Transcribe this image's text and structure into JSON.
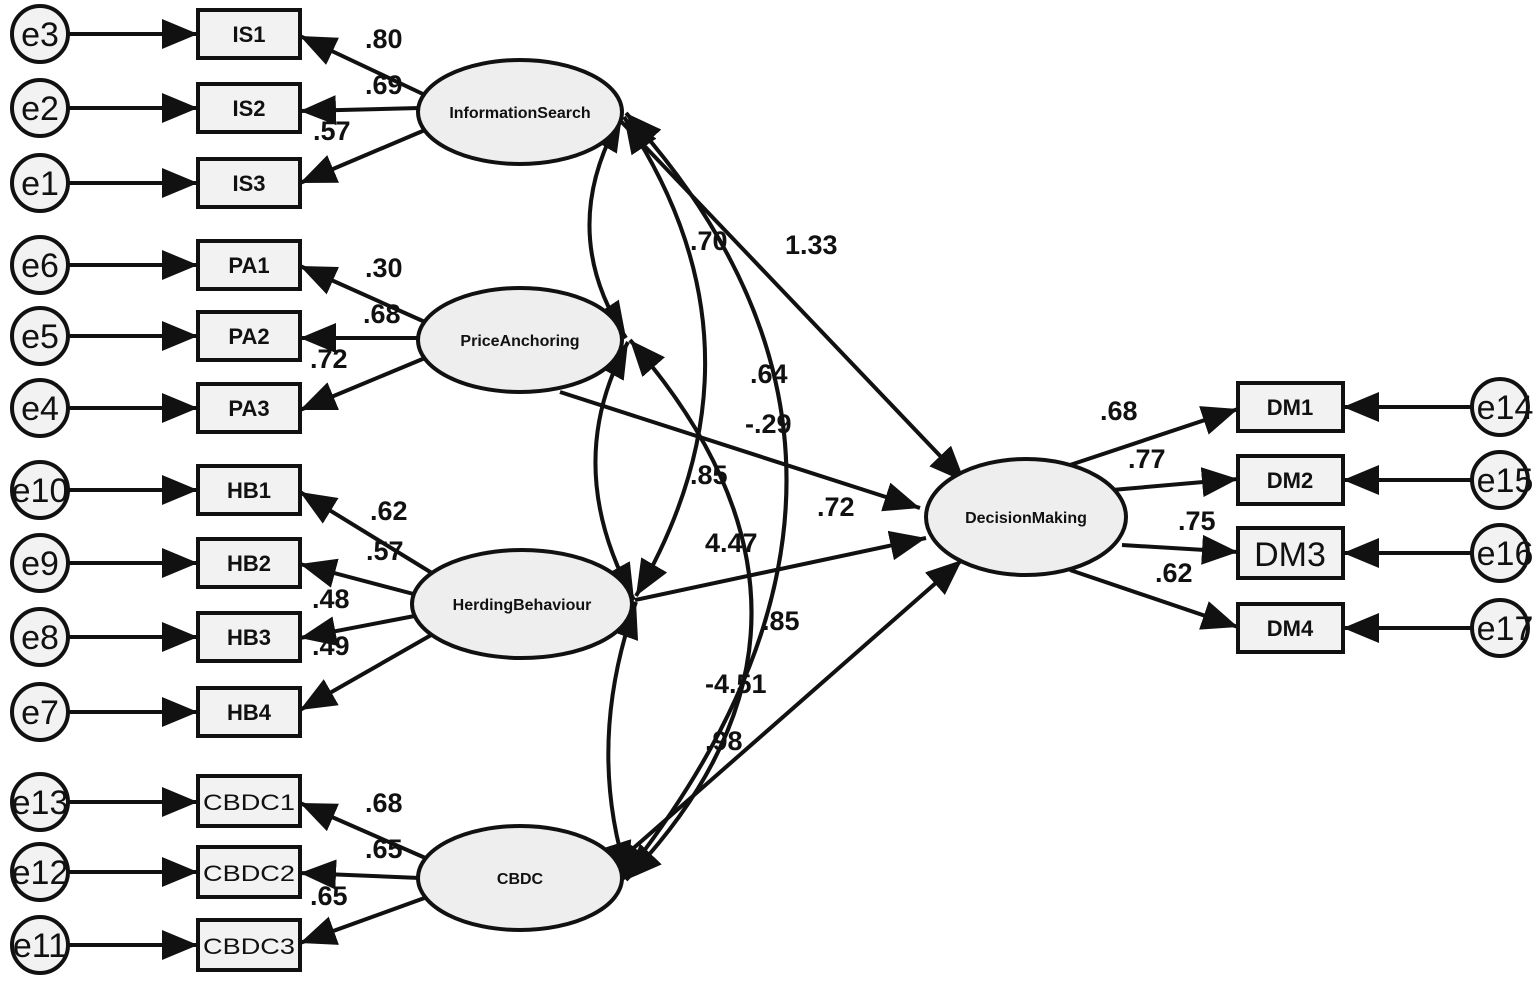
{
  "errors": {
    "e3": "e3",
    "e2": "e2",
    "e1": "e1",
    "e6": "e6",
    "e5": "e5",
    "e4": "e4",
    "e10": "e10",
    "e9": "e9",
    "e8": "e8",
    "e7": "e7",
    "e13": "e13",
    "e12": "e12",
    "e11": "e11",
    "e14": "e14",
    "e15": "e15",
    "e16": "e16",
    "e17": "e17"
  },
  "indicators": {
    "IS1": "IS1",
    "IS2": "IS2",
    "IS3": "IS3",
    "PA1": "PA1",
    "PA2": "PA2",
    "PA3": "PA3",
    "HB1": "HB1",
    "HB2": "HB2",
    "HB3": "HB3",
    "HB4": "HB4",
    "CBDC1": "CBDC1",
    "CBDC2": "CBDC2",
    "CBDC3": "CBDC3",
    "DM1": "DM1",
    "DM2": "DM2",
    "DM3": "DM3",
    "DM4": "DM4"
  },
  "latents": {
    "IS": "InformationSearch",
    "PA": "PriceAnchoring",
    "HB": "HerdingBehaviour",
    "CBDC": "CBDC",
    "DM": "DecisionMaking"
  },
  "loadings": {
    "IS1": ".80",
    "IS2": ".69",
    "IS3": ".57",
    "PA1": ".30",
    "PA2": ".68",
    "PA3": ".72",
    "HB1": ".62",
    "HB2": ".57",
    "HB3": ".48",
    "HB4": ".49",
    "CBDC1": ".68",
    "CBDC2": ".65",
    "CBDC3": ".65",
    "DM1": ".68",
    "DM2": ".77",
    "DM3": ".75",
    "DM4": ".62"
  },
  "paths": {
    "IS_DM": "1.33",
    "PA_DM": "-.29",
    "HB_DM": "4.47",
    "CBDC_DM": "-4.51"
  },
  "correlations": {
    "IS_PA": ".70",
    "IS_HB": ".64",
    "IS_CBDC": ".72",
    "PA_HB": ".85",
    "PA_CBDC": ".85",
    "HB_CBDC": ".98"
  }
}
